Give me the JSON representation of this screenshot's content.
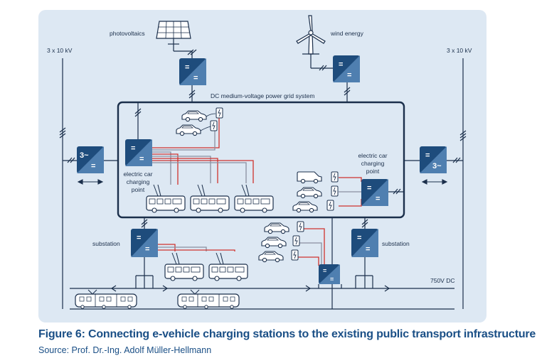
{
  "labels": {
    "photovoltaics": "photovoltaics",
    "wind_energy": "wind energy",
    "grid_left": "3 x 10 kV",
    "grid_right": "3 x 10 kV",
    "dc_grid": "DC medium-voltage power grid system",
    "ecs_left": [
      "electric car",
      "charging",
      "point"
    ],
    "ecs_right": [
      "electric car",
      "charging",
      "point"
    ],
    "substation_left": "substation",
    "substation_right": "substation",
    "dc_line": "750V DC",
    "converter_symbol": "=",
    "inverter_symbol": "3~"
  },
  "caption": "Figure 6: Connecting e-vehicle charging stations to the existing public transport infrastructure",
  "source": "Source: Prof. Dr.-Ing. Adolf Müller-Hellmann",
  "colors": {
    "panel": "#dde8f3",
    "converter_dark": "#1e4c7c",
    "converter_light": "#4f7fb0",
    "line": "#1b2f4b",
    "cable_red": "#d0332e",
    "caption": "#1a4f86"
  }
}
